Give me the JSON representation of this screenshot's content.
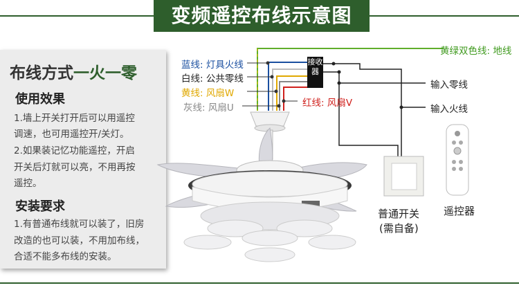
{
  "title": "变频遥控布线示意图",
  "panel": {
    "title_prefix": "布线方式",
    "title_highlight": "一火一零",
    "section1_title": "使用效果",
    "section1_lines": [
      "1.墙上开关打开后可以用遥控",
      "调速，也可用遥控开/关灯。",
      "2.如果装记忆功能遥控，开启",
      "开关后灯就可以亮，不用再按",
      "遥控。"
    ],
    "section2_title": "安装要求",
    "section2_lines": [
      "1.有普通布线就可以装了，旧房",
      "改造的也可以装，不用加布线，",
      "合适不能多布线的安装。"
    ]
  },
  "wires": {
    "blue": "蓝线: 灯具火线",
    "white": "白线: 公共零线",
    "yellow": "黄线: 风扇W",
    "grey": "灰线: 风扇U",
    "red": "红线: 风扇V",
    "ground": "黄绿双色线: 地线",
    "neutral_in": "输入零线",
    "live_in": "输入火线"
  },
  "receiver": "接收器",
  "switch_label_1": "普通开关",
  "switch_label_2": "(需自备)",
  "remote_label": "遥控器",
  "colors": {
    "green": "#2e5e2c",
    "blue": "#1a4fa0",
    "yellow": "#e0a800",
    "red": "#d0201c",
    "ground": "#5fae2a"
  }
}
